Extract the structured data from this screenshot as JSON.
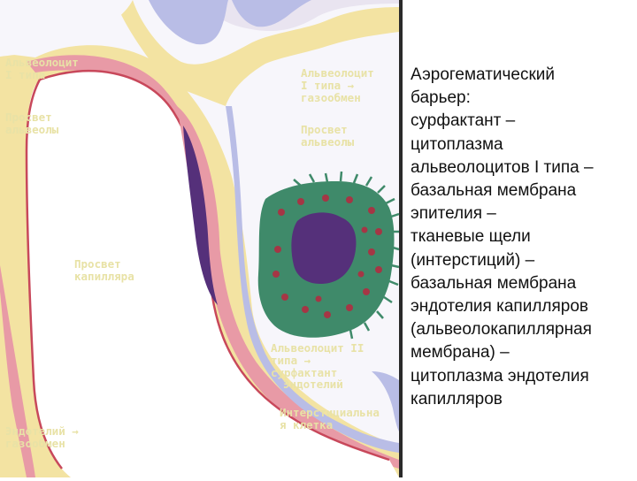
{
  "diagram": {
    "labels": {
      "alveolocyte_1_left": "Альвеолоцит\nI типа",
      "alveolar_lumen_left": "Просвет\nальвеолы",
      "alveolocyte_1_right": "Альвеолоцит\nI типа →\nгазообмен",
      "alveolar_lumen_right": "Просвет\nальвеолы",
      "capillary_lumen": "Просвет\nкапилляра",
      "alveolocyte_2": "Альвеолоцит II\nтипа →\nсурфактант",
      "endothelium_right": "Эндотелий",
      "interstitial_cell": "Интерстициальна\nя клетка",
      "endothelium_left": "Эндотелий →\nгазообмен"
    },
    "colors": {
      "label_text": "#e8e2a6",
      "wall_yellow": "#f3e3a2",
      "outer_lumen": "#f6f6f8",
      "pink_cell": "#e89aa6",
      "nucleus": "#55307a",
      "membrane_blue": "#b9bde6",
      "green_cell": "#3f8a6a",
      "granule_red": "#a53645"
    }
  },
  "side_text": "Аэрогематический\nбарьер:\nсурфактант –\nцитоплазма\nальвеолоцитов I типа –\nбазальная мембрана\nэпителия –\nтканевые щели\n(интерстиций) –\nбазальная мембрана\nэндотелия капилляров\n(альвеолокапиллярная\nмембрана) –\nцитоплазма эндотелия\nкапилляров"
}
